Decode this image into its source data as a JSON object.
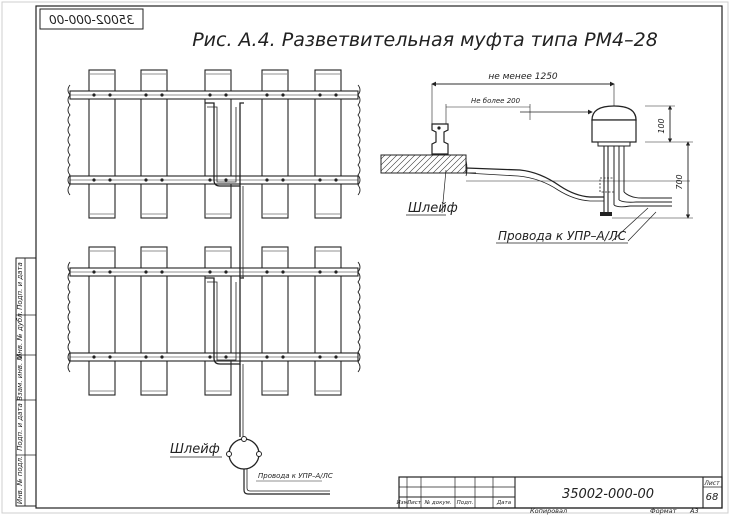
{
  "sheet": {
    "doc_number": "35002-000-00",
    "doc_number_mirrored": "35002-000-00",
    "title": "Рис. А.4. Разветвительная муфта типа РМ4–28",
    "sheet_label": "Лист",
    "sheet_number": "68",
    "copied_label": "Копировал",
    "format_label": "Формат",
    "format_value": "А3"
  },
  "title_block_headers": [
    "Изм.",
    "Лист",
    "№ докум.",
    "Подп.",
    "Дата"
  ],
  "side_stamp": [
    "Подп. и дата",
    "Инв. № дубл.",
    "Взам. инв. №",
    "Подп. и дата",
    "Инв. № подл."
  ],
  "plan_labels": {
    "shleif": "Шлейф",
    "wires_small": "Провода к УПР–А/ЛС"
  },
  "section_labels": {
    "dim_min": "не менее 1250",
    "dim_max": "Не более 200",
    "dim_100": "100",
    "dim_700": "700",
    "shleif": "Шлейф",
    "wires": "Провода к УПР–А/ЛС"
  }
}
